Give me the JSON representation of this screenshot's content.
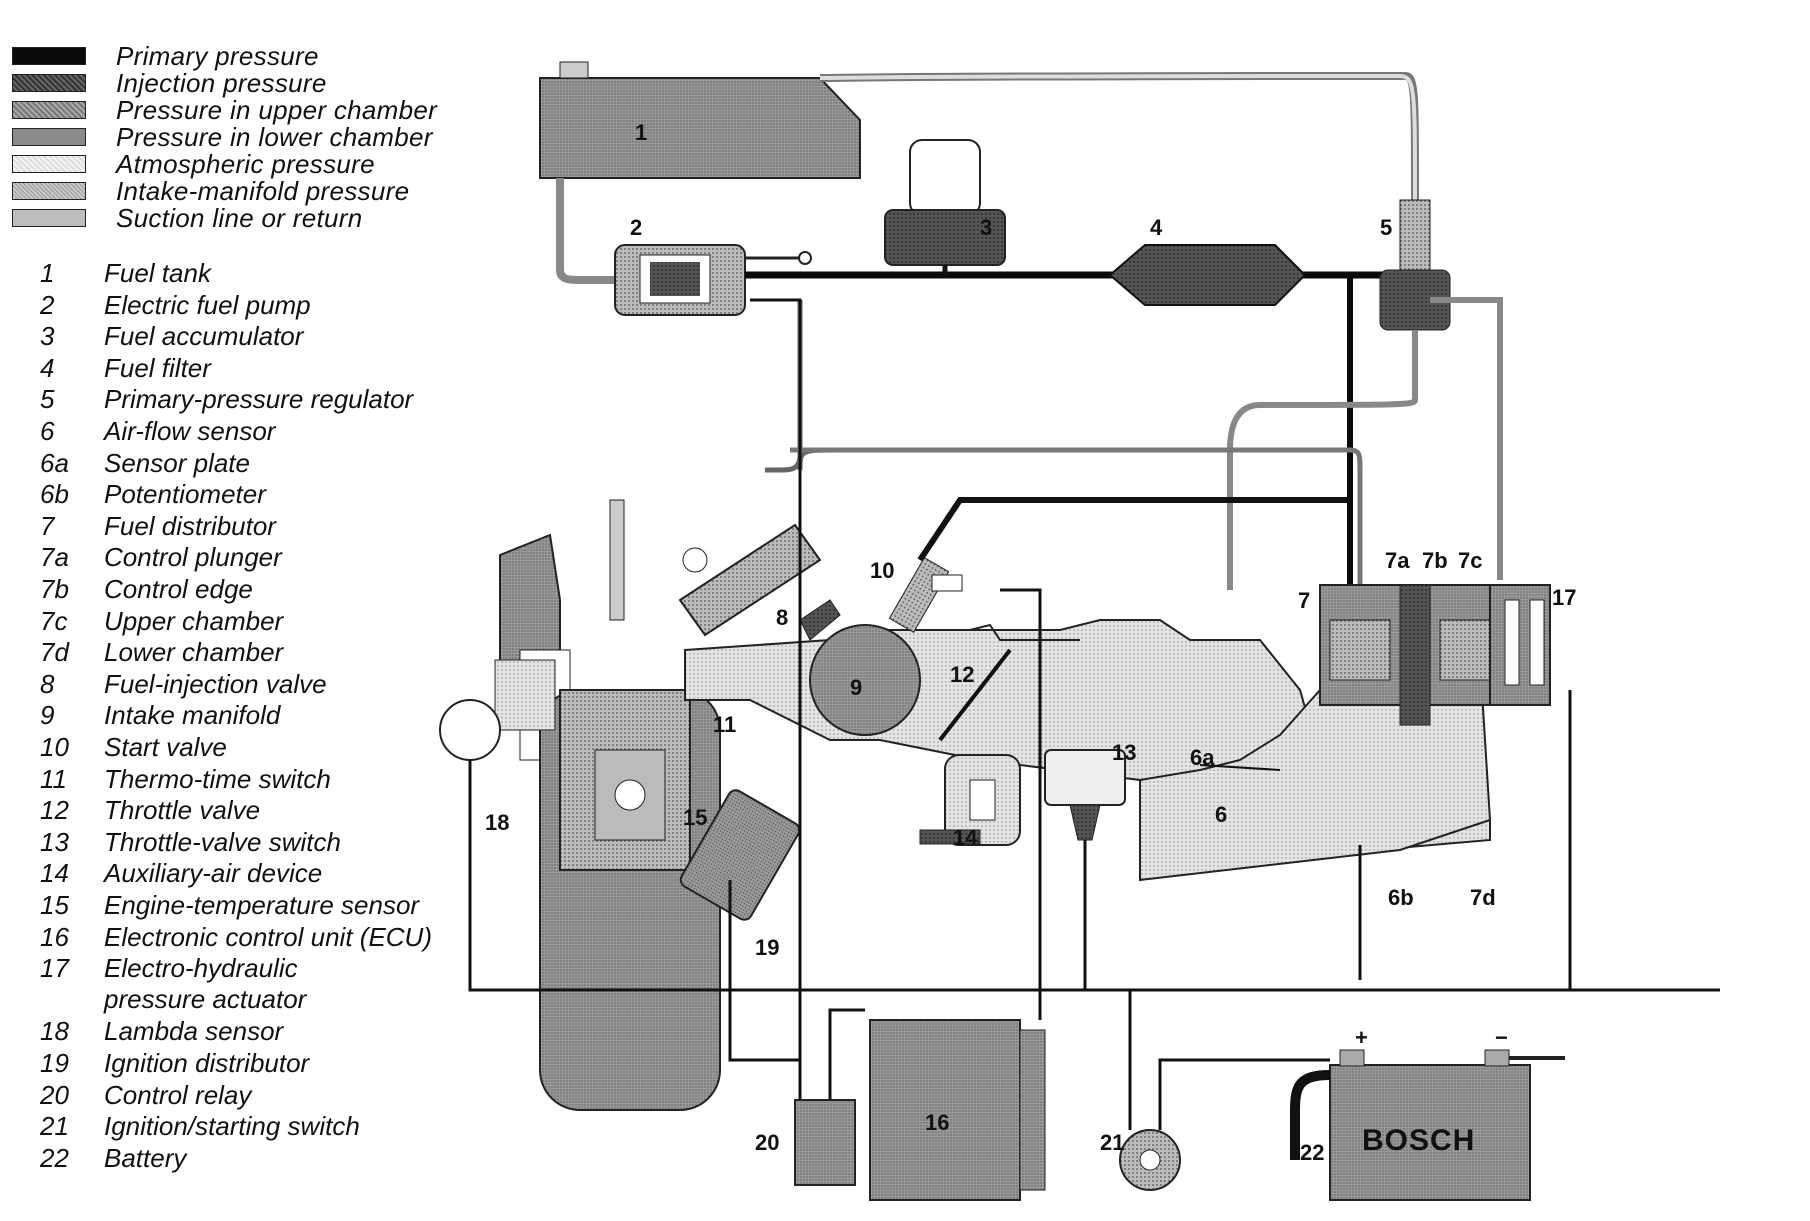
{
  "legend": {
    "pressure_types": [
      {
        "label": "Primary pressure",
        "pattern": "solid-black"
      },
      {
        "label": "Injection pressure",
        "pattern": "dense-dark"
      },
      {
        "label": "Pressure in upper chamber",
        "pattern": "medium-dots"
      },
      {
        "label": "Pressure in lower chamber",
        "pattern": "medium-gray"
      },
      {
        "label": "Atmospheric pressure",
        "pattern": "light-dots"
      },
      {
        "label": "Intake-manifold pressure",
        "pattern": "fine-gray"
      },
      {
        "label": "Suction line or return",
        "pattern": "light-gray"
      }
    ],
    "parts": [
      {
        "num": "1",
        "name": "Fuel tank"
      },
      {
        "num": "2",
        "name": "Electric fuel pump"
      },
      {
        "num": "3",
        "name": "Fuel accumulator"
      },
      {
        "num": "4",
        "name": "Fuel filter"
      },
      {
        "num": "5",
        "name": "Primary-pressure regulator"
      },
      {
        "num": "6",
        "name": "Air-flow sensor"
      },
      {
        "num": "6a",
        "name": "Sensor plate"
      },
      {
        "num": "6b",
        "name": "Potentiometer"
      },
      {
        "num": "7",
        "name": "Fuel distributor"
      },
      {
        "num": "7a",
        "name": "Control plunger"
      },
      {
        "num": "7b",
        "name": "Control edge"
      },
      {
        "num": "7c",
        "name": "Upper chamber"
      },
      {
        "num": "7d",
        "name": "Lower chamber"
      },
      {
        "num": "8",
        "name": "Fuel-injection valve"
      },
      {
        "num": "9",
        "name": "Intake manifold"
      },
      {
        "num": "10",
        "name": "Start valve"
      },
      {
        "num": "11",
        "name": "Thermo-time switch"
      },
      {
        "num": "12",
        "name": "Throttle valve"
      },
      {
        "num": "13",
        "name": "Throttle-valve switch"
      },
      {
        "num": "14",
        "name": "Auxiliary-air device"
      },
      {
        "num": "15",
        "name": "Engine-temperature sensor"
      },
      {
        "num": "16",
        "name": "Electronic control unit (ECU)"
      },
      {
        "num": "17",
        "name": "Electro-hydraulic\npressure actuator"
      },
      {
        "num": "18",
        "name": "Lambda sensor"
      },
      {
        "num": "19",
        "name": "Ignition distributor"
      },
      {
        "num": "20",
        "name": "Control relay"
      },
      {
        "num": "21",
        "name": "Ignition/starting switch"
      },
      {
        "num": "22",
        "name": "Battery"
      }
    ]
  },
  "diagram": {
    "component_labels": {
      "tank": "1",
      "pump": "2",
      "accumulator": "3",
      "filter": "4",
      "regulator": "5",
      "airflow_sensor": "6",
      "sensor_plate": "6a",
      "potentiometer": "6b",
      "distributor": "7",
      "control_plunger": "7a",
      "control_edge": "7b",
      "upper_chamber": "7c",
      "lower_chamber": "7d",
      "injection_valve": "8",
      "intake_manifold": "9",
      "start_valve": "10",
      "thermo_switch": "11",
      "throttle_valve": "12",
      "throttle_switch": "13",
      "aux_air": "14",
      "temp_sensor": "15",
      "ecu": "16",
      "actuator": "17",
      "lambda": "18",
      "ign_distributor": "19",
      "relay": "20",
      "ign_switch": "21",
      "battery": "22"
    },
    "battery_brand": "BOSCH",
    "battery_plus": "+",
    "battery_minus": "−"
  }
}
